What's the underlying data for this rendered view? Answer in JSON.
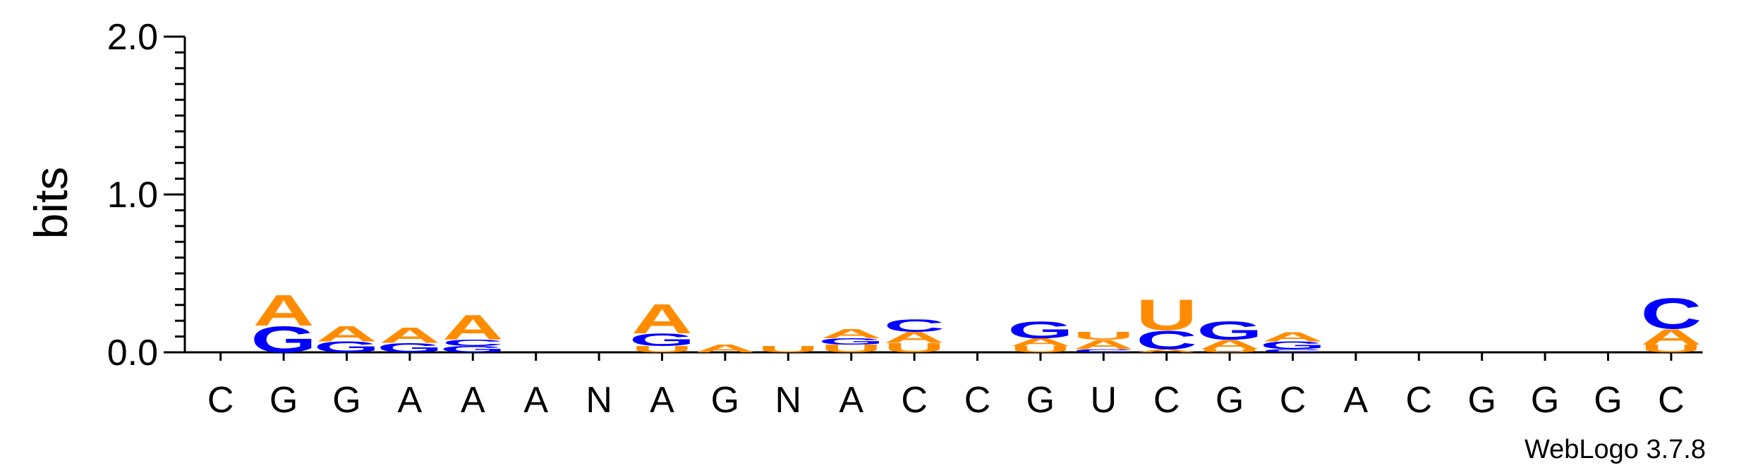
{
  "chart_data": {
    "type": "sequence-logo",
    "ylabel": "bits",
    "ylim": [
      0,
      2.0
    ],
    "yticks": [
      "0.0",
      "1.0",
      "2.0"
    ],
    "credit": "WebLogo 3.7.8",
    "colors": {
      "A": "#FF8C00",
      "U": "#FF8C00",
      "G": "#0000FF",
      "C": "#0000FF"
    },
    "positions": [
      {
        "label": "C",
        "stack": []
      },
      {
        "label": "G",
        "stack": [
          {
            "letter": "G",
            "bits": 0.17
          },
          {
            "letter": "A",
            "bits": 0.2
          }
        ]
      },
      {
        "label": "G",
        "stack": [
          {
            "letter": "G",
            "bits": 0.07
          },
          {
            "letter": "A",
            "bits": 0.1
          }
        ]
      },
      {
        "label": "A",
        "stack": [
          {
            "letter": "G",
            "bits": 0.06
          },
          {
            "letter": "A",
            "bits": 0.1
          }
        ]
      },
      {
        "label": "A",
        "stack": [
          {
            "letter": "G",
            "bits": 0.04
          },
          {
            "letter": "C",
            "bits": 0.04
          },
          {
            "letter": "A",
            "bits": 0.16
          }
        ]
      },
      {
        "label": "A",
        "stack": []
      },
      {
        "label": "N",
        "stack": []
      },
      {
        "label": "A",
        "stack": [
          {
            "letter": "U",
            "bits": 0.04
          },
          {
            "letter": "G",
            "bits": 0.08
          },
          {
            "letter": "A",
            "bits": 0.19
          }
        ]
      },
      {
        "label": "G",
        "stack": [
          {
            "letter": "A",
            "bits": 0.05
          }
        ]
      },
      {
        "label": "N",
        "stack": [
          {
            "letter": "U",
            "bits": 0.04
          }
        ]
      },
      {
        "label": "A",
        "stack": [
          {
            "letter": "U",
            "bits": 0.05
          },
          {
            "letter": "G",
            "bits": 0.04
          },
          {
            "letter": "A",
            "bits": 0.06
          }
        ]
      },
      {
        "label": "C",
        "stack": [
          {
            "letter": "U",
            "bits": 0.06
          },
          {
            "letter": "A",
            "bits": 0.07
          },
          {
            "letter": "C",
            "bits": 0.08
          }
        ]
      },
      {
        "label": "C",
        "stack": []
      },
      {
        "label": "G",
        "stack": [
          {
            "letter": "U",
            "bits": 0.04
          },
          {
            "letter": "A",
            "bits": 0.05
          },
          {
            "letter": "G",
            "bits": 0.11
          }
        ]
      },
      {
        "label": "U",
        "stack": [
          {
            "letter": "C",
            "bits": 0.02
          },
          {
            "letter": "A",
            "bits": 0.06
          },
          {
            "letter": "U",
            "bits": 0.05
          }
        ]
      },
      {
        "label": "C",
        "stack": [
          {
            "letter": "A",
            "bits": 0.02
          },
          {
            "letter": "C",
            "bits": 0.12
          },
          {
            "letter": "U",
            "bits": 0.2
          }
        ]
      },
      {
        "label": "G",
        "stack": [
          {
            "letter": "U",
            "bits": 0.02
          },
          {
            "letter": "A",
            "bits": 0.06
          },
          {
            "letter": "G",
            "bits": 0.12
          }
        ]
      },
      {
        "label": "C",
        "stack": [
          {
            "letter": "C",
            "bits": 0.02
          },
          {
            "letter": "G",
            "bits": 0.05
          },
          {
            "letter": "A",
            "bits": 0.06
          }
        ]
      },
      {
        "label": "A",
        "stack": []
      },
      {
        "label": "C",
        "stack": []
      },
      {
        "label": "G",
        "stack": []
      },
      {
        "label": "G",
        "stack": []
      },
      {
        "label": "G",
        "stack": []
      },
      {
        "label": "C",
        "stack": [
          {
            "letter": "U",
            "bits": 0.05
          },
          {
            "letter": "A",
            "bits": 0.1
          },
          {
            "letter": "C",
            "bits": 0.2
          }
        ]
      }
    ]
  }
}
